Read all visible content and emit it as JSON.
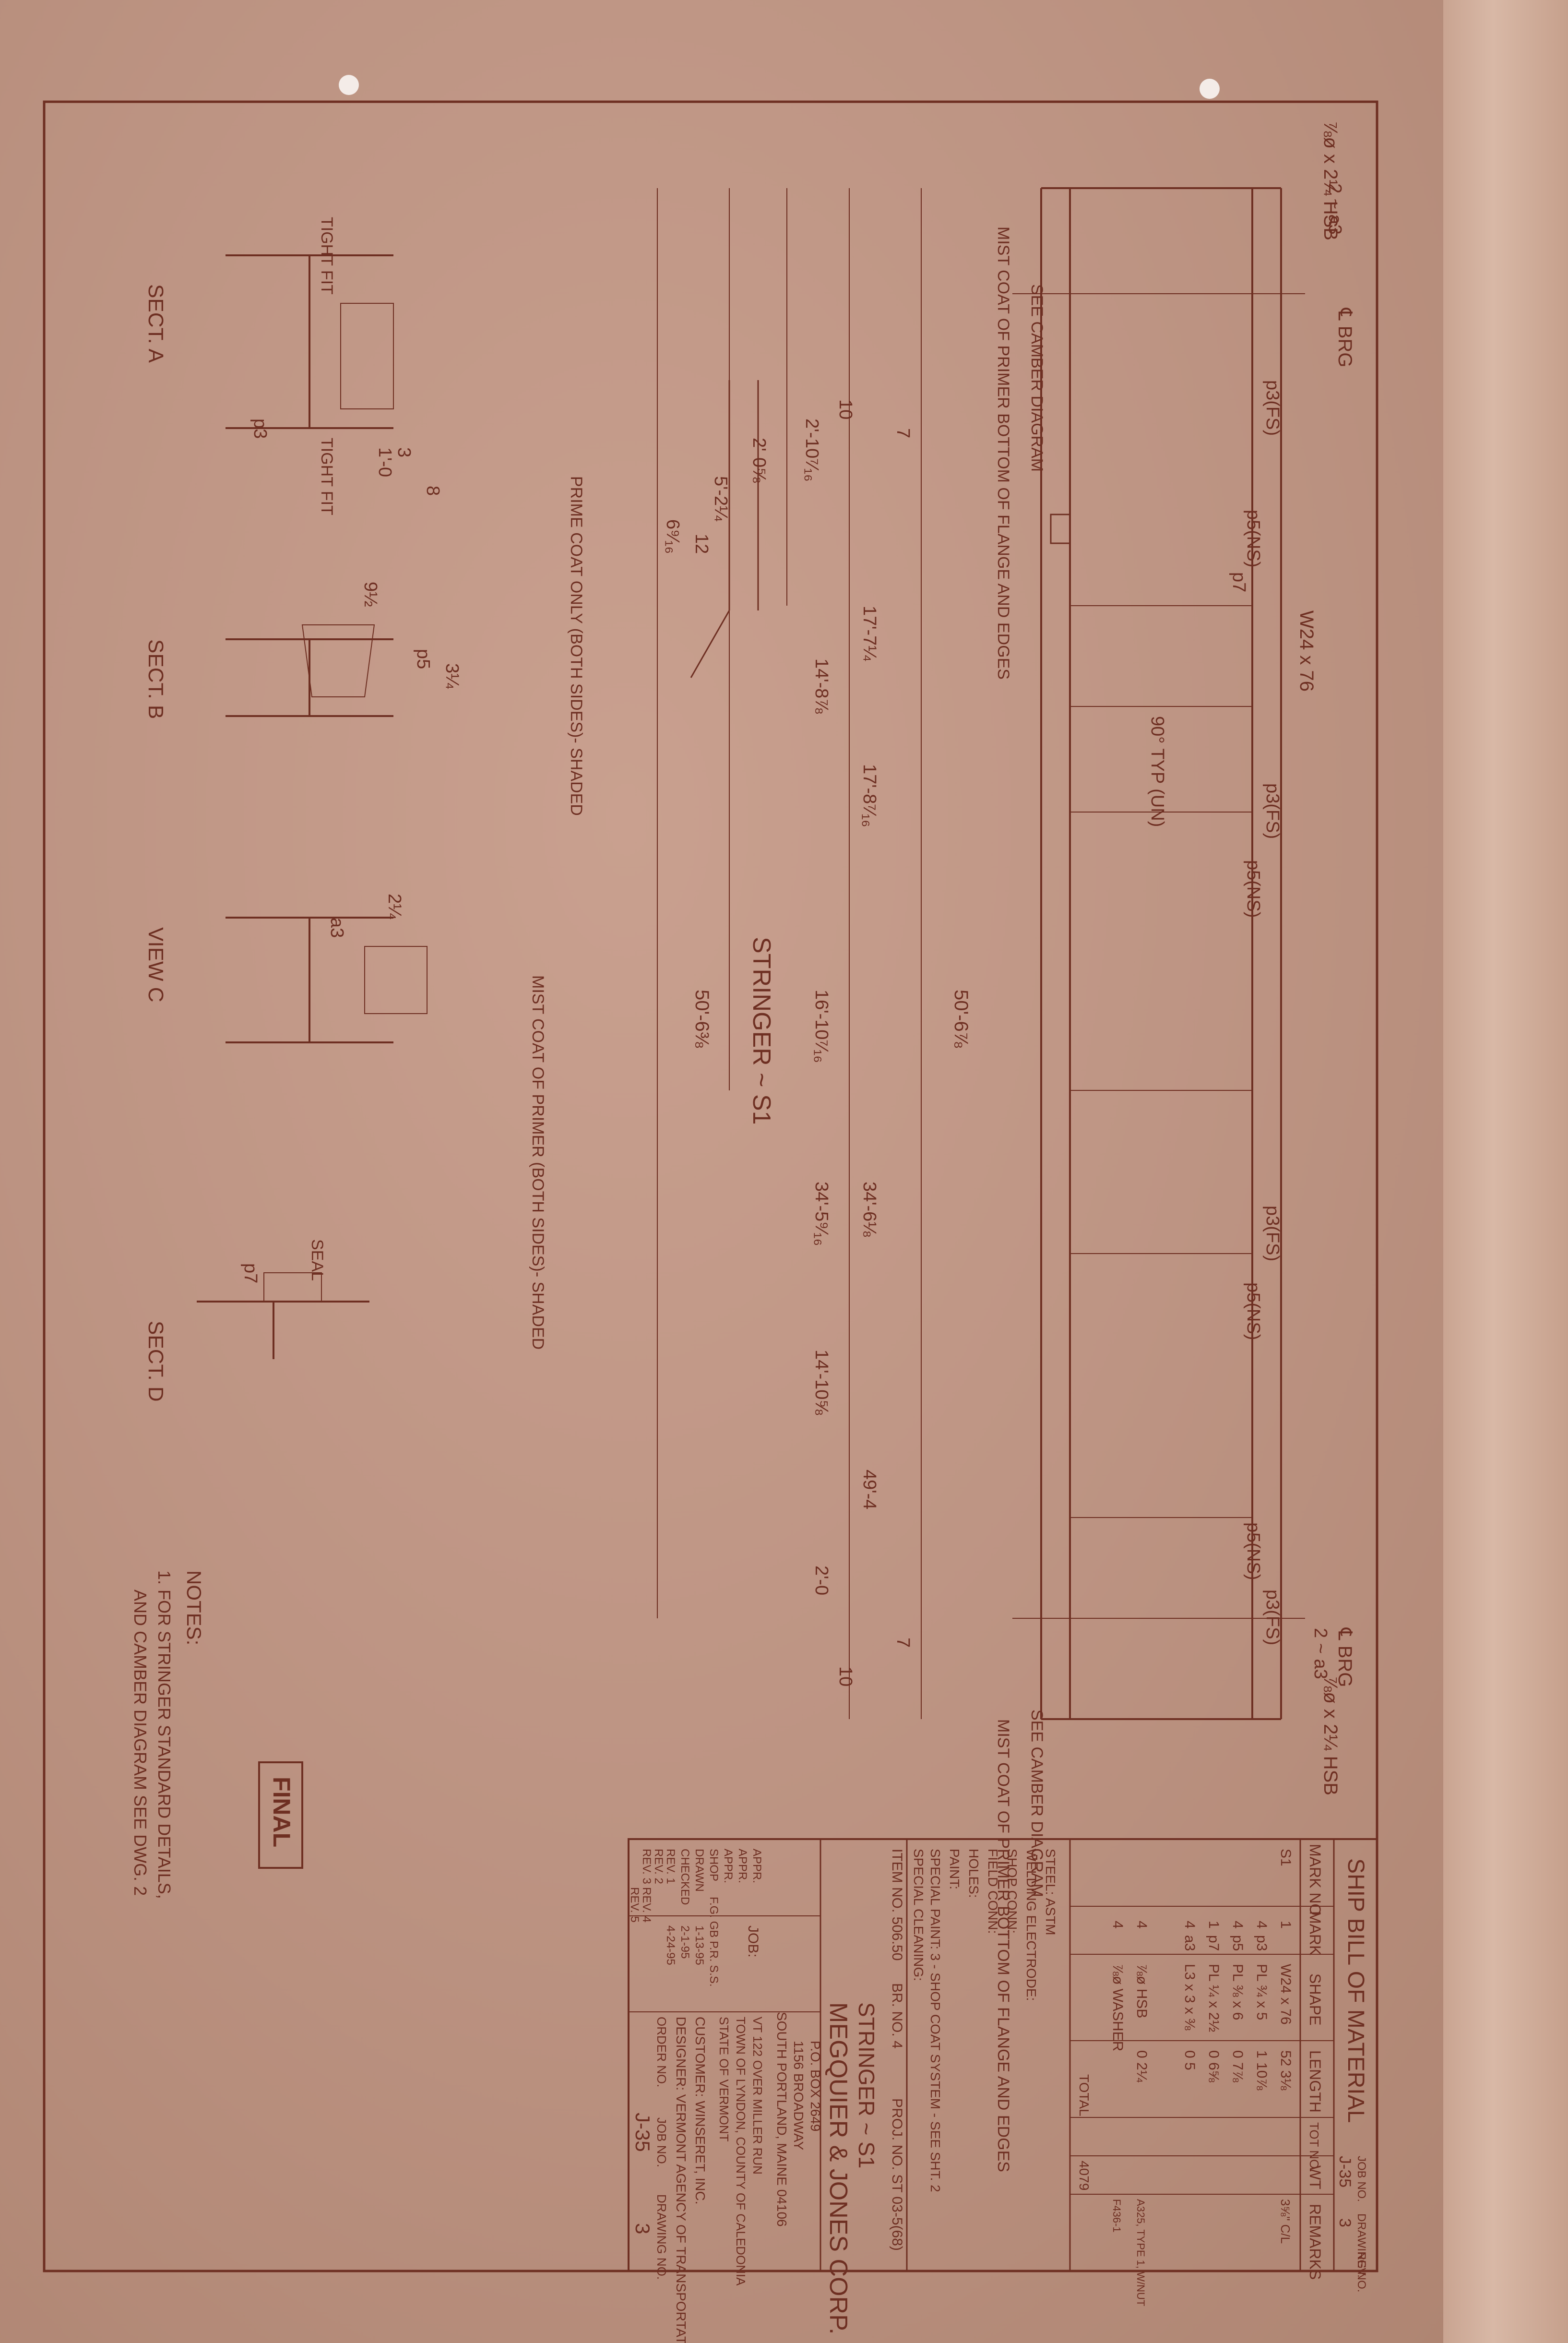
{
  "labels": {
    "bolt_top": "⅞ø x 2¼ HSB",
    "bolt_bottom": "⅞ø x 2¼ HSB",
    "bearing": "℄ BRG",
    "w_shape": "W24 x 76",
    "camber_note": "SEE CAMBER DIAGRAM",
    "mist_note": "MIST COAT OF PRIMER BOTTOM OF FLANGE AND EDGES",
    "prime_note": "PRIME COAT ONLY (BOTH SIDES)- SHADED",
    "mist_shaded": "MIST COAT OF PRIMER (BOTH SIDES)- SHADED",
    "typ90": "90° TYP (UN)",
    "stringer_title": "STRINGER ~ S1",
    "tight_fit": "TIGHT FIT",
    "seal": "SEAL",
    "two_a3": "2 ~ a3",
    "sect_a": "SECT. A",
    "sect_b": "SECT. B",
    "view_c": "VIEW C",
    "sect_d": "SECT. D",
    "notes_title": "NOTES:",
    "note1": "1. FOR STRINGER STANDARD DETAILS,",
    "note1b": "AND CAMBER DIAGRAM SEE DWG. 2",
    "final": "FINAL"
  },
  "dims": {
    "overall": "50'-6⅞",
    "overall2": "50'-6⅜",
    "d1": "2'-10⁷⁄₁₆",
    "d2": "2'-0⅝",
    "d3": "5'-2¼",
    "d4": "17'-7¼",
    "d5": "14'-8⅞",
    "d6": "17'-8⁷⁄₁₆",
    "d7": "16'-10⁷⁄₁₆",
    "d8": "34'-6⅛",
    "d9": "34'-5⁹⁄₁₆",
    "d10": "14'-10⅝",
    "d11": "49'-4",
    "d12": "2'-0",
    "ten": "10",
    "seven": "7",
    "one_zero": "1'-0",
    "three": "3",
    "eight": "8",
    "nine_half": "9½",
    "three_q": "3¼",
    "two_q": "2¼",
    "twelve": "12",
    "six_fif": "6⁹⁄₁₆"
  },
  "marks": {
    "p3fs": "p3(FS)",
    "p5ns": "p5(NS)",
    "p7": "p7",
    "p3": "p3",
    "p5": "p5",
    "a3": "a3"
  },
  "bom": {
    "title": "SHIP    BILL OF MATERIAL",
    "job_no_label": "JOB NO.",
    "job_no": "J-35",
    "drawing_no_label": "DRAWING NO.",
    "drawing_no": "3",
    "rev_label": "REV.",
    "headers": [
      "MARK NO.",
      "MARK",
      "SHAPE",
      "LENGTH",
      "TOT NO.",
      "WT",
      "REMARKS"
    ],
    "rows": [
      [
        "S1",
        "1",
        "W24 x 76",
        "52  3⅛",
        "",
        "",
        "3⅝\" C/L"
      ],
      [
        "4",
        "p3",
        "PL ¾ x 5",
        "1  10⅞",
        "",
        "",
        ""
      ],
      [
        "4",
        "p5",
        "PL ⅜ x 6",
        "0  7⅞",
        "",
        "",
        ""
      ],
      [
        "1",
        "p7",
        "PL ¼ x 2½",
        "0  6⅝",
        "",
        "",
        ""
      ],
      [
        "4",
        "a3",
        "L3 x 3 x ⅜",
        "0  5",
        "",
        "",
        ""
      ],
      [
        "4",
        "",
        "⅞ø HSB",
        "0  2¼",
        "",
        "",
        "A325, TYPE 1, W/NUT"
      ],
      [
        "4",
        "",
        "⅞ø WASHER",
        "",
        "",
        "",
        "F436-1"
      ]
    ],
    "total_label": "TOTAL",
    "total": "4079"
  },
  "spec": {
    "steel": "STEEL: ASTM",
    "welding": "WELDING ELECTRODE:",
    "shop_conn": "SHOP CONN:",
    "field_conn": "FIELD CONN:",
    "holes": "HOLES:",
    "paint": "PAINT:",
    "special_paint": "SPECIAL PAINT: 3 - SHOP COAT SYSTEM - SEE SHT. 2",
    "special_clean": "SPECIAL CLEANING:",
    "item_no": "ITEM NO. 506.50",
    "br_no": "BR. NO. 4",
    "proj_no": "PROJ. NO. ST 03-5(68)"
  },
  "titleblock": {
    "drawing_title": "STRINGER ~ S1",
    "company": "MEGQUIER & JONES CORP.",
    "address1": "P.O. BOX 2649",
    "address2": "1156 BROADWAY",
    "address3": "SOUTH PORTLAND, MAINE 04106",
    "job_label": "JOB:",
    "job1": "VT 122 OVER MILLER RUN",
    "job2": "TOWN OF LYNDON, COUNTY OF CALEDONIA",
    "job3": "STATE OF VERMONT",
    "customer": "CUSTOMER: WINSERET, INC.",
    "designer": "DESIGNER: VERMONT AGENCY OF TRANSPORTATION",
    "order_no": "ORDER NO.",
    "job_no": "JOB NO.",
    "drawing_no": "DRAWING NO.",
    "job_val": "J-35",
    "dwg_val": "3",
    "rows": [
      "APPR.",
      "APPR.",
      "APPR.",
      "SHOP",
      "DRAWN",
      "CHECKED",
      "REV. 1",
      "REV. 2",
      "REV. 3",
      "REV. 4",
      "REV. 5"
    ],
    "date1": "1-13-95",
    "date2": "2-1-95",
    "date3": "4-24-95",
    "initials": "F.G.  GB  P.R.  S.S."
  }
}
